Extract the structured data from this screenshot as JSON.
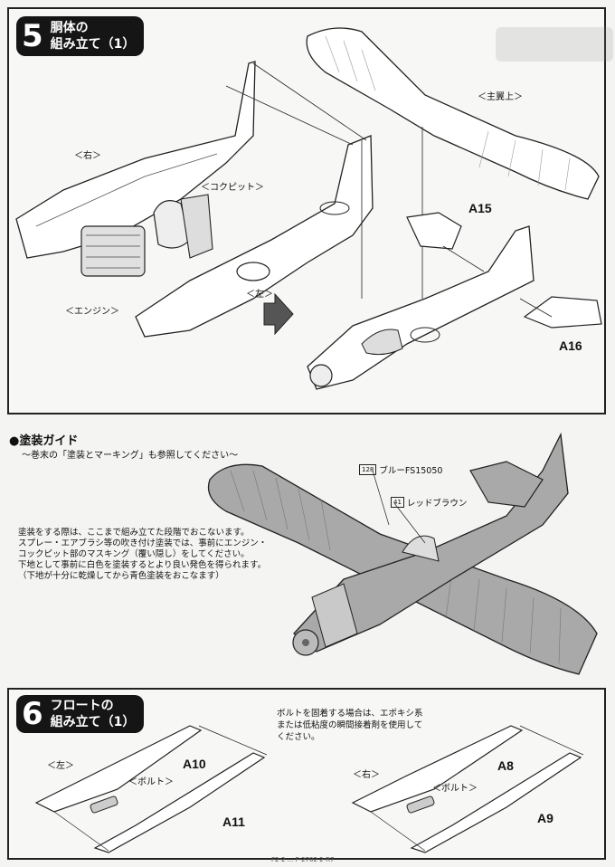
{
  "step5": {
    "number": "5",
    "title_line1": "胴体の",
    "title_line2": "組み立て（1）",
    "labels": {
      "right": "＜右＞",
      "cockpit": "＜コクピット＞",
      "engine": "＜エンジン＞",
      "left": "＜左＞",
      "main_wing_upper": "＜主翼上＞"
    },
    "parts": {
      "a15": "A15",
      "a16": "A16"
    }
  },
  "painting": {
    "title": "●塗装ガイド",
    "subtitle": "～巻末の「塗装とマーキング」も参照してください～",
    "notes": [
      "塗装をする際は、ここまで組み立てた段階でおこないます。",
      "スプレー・エアブラシ等の吹き付け塗装では、事前にエンジン・",
      "コックピット部のマスキング（覆い隠し）をしてください。",
      "下地として事前に白色を塗装するとより良い発色を得られます。",
      "（下地が十分に乾燥してから青色塗装をおこなます）"
    ],
    "color1": {
      "num": "128",
      "name": "ブルーFS15050"
    },
    "color2": {
      "num": "41",
      "name": "レッドブラウン"
    }
  },
  "step6": {
    "number": "6",
    "title_line1": "フロートの",
    "title_line2": "組み立て（1）",
    "note_line1": "ボルトを固着する場合は、エポキシ系",
    "note_line2": "または低粘度の瞬間接着剤を使用して",
    "note_line3": "ください。",
    "labels": {
      "left": "＜左＞",
      "bolt_left": "＜ボルト＞",
      "right": "＜右＞",
      "bolt_right": "＜ボルト＞"
    },
    "parts": {
      "a10": "A10",
      "a11": "A11",
      "a8": "A8",
      "a9": "A9"
    }
  },
  "footer": "F2-2  ... F-2702 2-R7"
}
